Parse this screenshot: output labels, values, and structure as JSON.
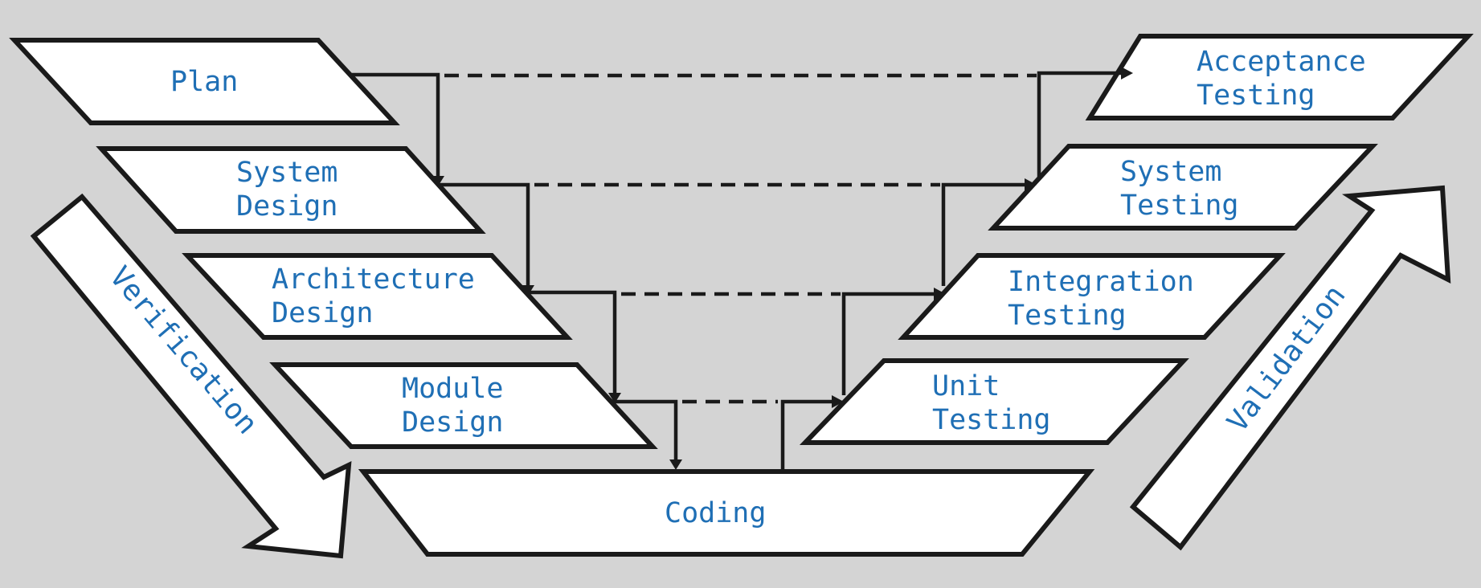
{
  "colors": {
    "background": "#d4d4d4",
    "box_fill": "#ffffff",
    "outline": "#1a1a1a",
    "text": "#1f6fb5"
  },
  "left_side": {
    "plan": "Plan",
    "system_design": [
      "System",
      "Design"
    ],
    "architecture_design": [
      "Architecture",
      "Design"
    ],
    "module_design": [
      "Module",
      "Design"
    ]
  },
  "bottom": {
    "coding": "Coding"
  },
  "right_side": {
    "acceptance_testing": [
      "Acceptance",
      "Testing"
    ],
    "system_testing": [
      "System",
      "Testing"
    ],
    "integration_testing": [
      "Integration",
      "Testing"
    ],
    "unit_testing": [
      "Unit",
      "Testing"
    ]
  },
  "arrows": {
    "verification": "Verification",
    "validation": "Validation"
  }
}
